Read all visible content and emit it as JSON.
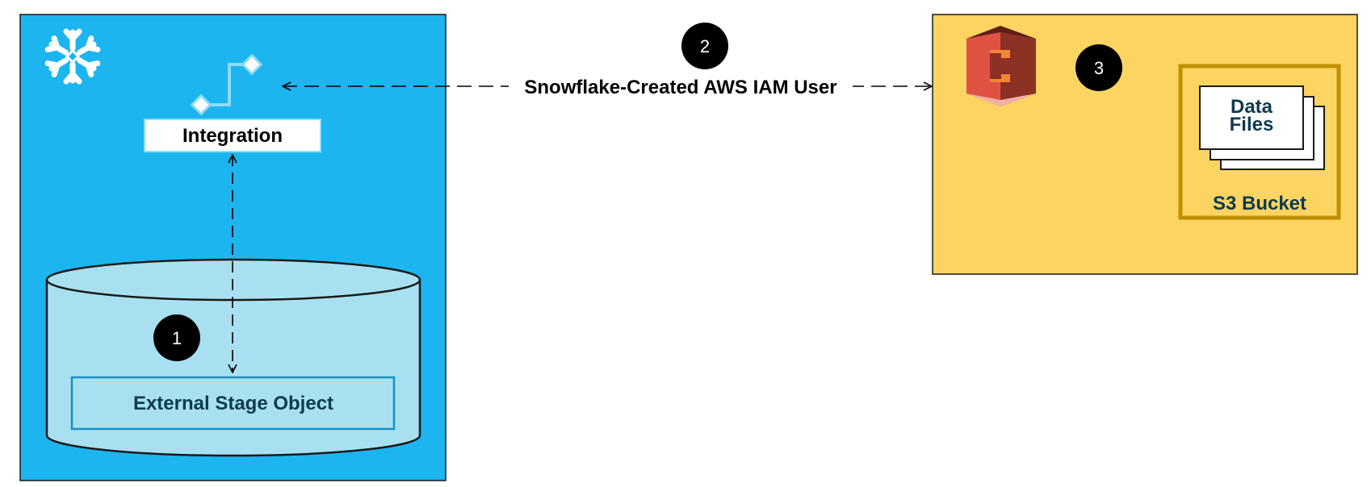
{
  "snowflake_panel": {
    "integration_label": "Integration",
    "stage_label": "External Stage Object",
    "step_badge": "1"
  },
  "connector": {
    "label": "Snowflake-Created AWS IAM User",
    "step_badge": "2"
  },
  "aws_panel": {
    "step_badge": "3",
    "bucket_label": "S3 Bucket",
    "data_files_line1": "Data",
    "data_files_line2": "Files"
  },
  "colors": {
    "snowflake_blue": "#1cb5ef",
    "cylinder_fill": "#a8e0f2",
    "aws_yellow": "#fcd462",
    "bucket_border": "#bf9000",
    "s3_red": "#e05243",
    "dark_text": "#0d3a4e",
    "badge": "#000000"
  },
  "icons": [
    "snowflake-logo-icon",
    "integration-icon",
    "aws-s3-icon"
  ]
}
